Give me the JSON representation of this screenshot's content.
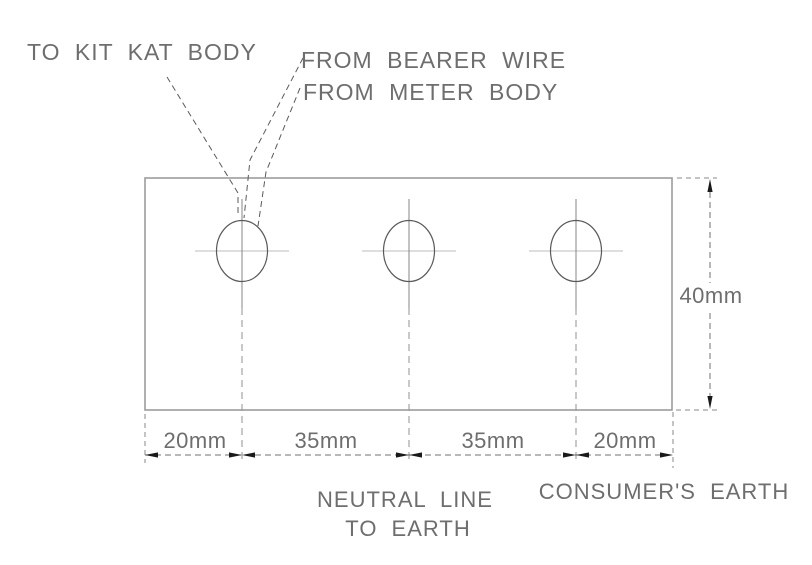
{
  "drawing": {
    "callouts": {
      "kit_kat_body": "TO KIT KAT BODY",
      "bearer_wire": "FROM BEARER WIRE",
      "meter_body": "FROM METER BODY"
    },
    "terminal_labels": {
      "neutral_line_1": "NEUTRAL LINE",
      "neutral_line_2": "TO EARTH",
      "consumers_earth": "CONSUMER'S EARTH"
    },
    "dimensions": {
      "left_edge_to_hole1": "20mm",
      "hole1_to_hole2": "35mm",
      "hole2_to_hole3": "35mm",
      "hole3_to_right_edge": "20mm",
      "plate_height": "40mm"
    },
    "colors": {
      "background": "#ffffff",
      "plate_outline": "#9c9c9c",
      "hole_outline": "#5a5a5a",
      "centerline": "#bdbdbd",
      "dashed_line": "#707070",
      "arrow": "#1a1a1a",
      "text": "#6e6e6e"
    }
  }
}
